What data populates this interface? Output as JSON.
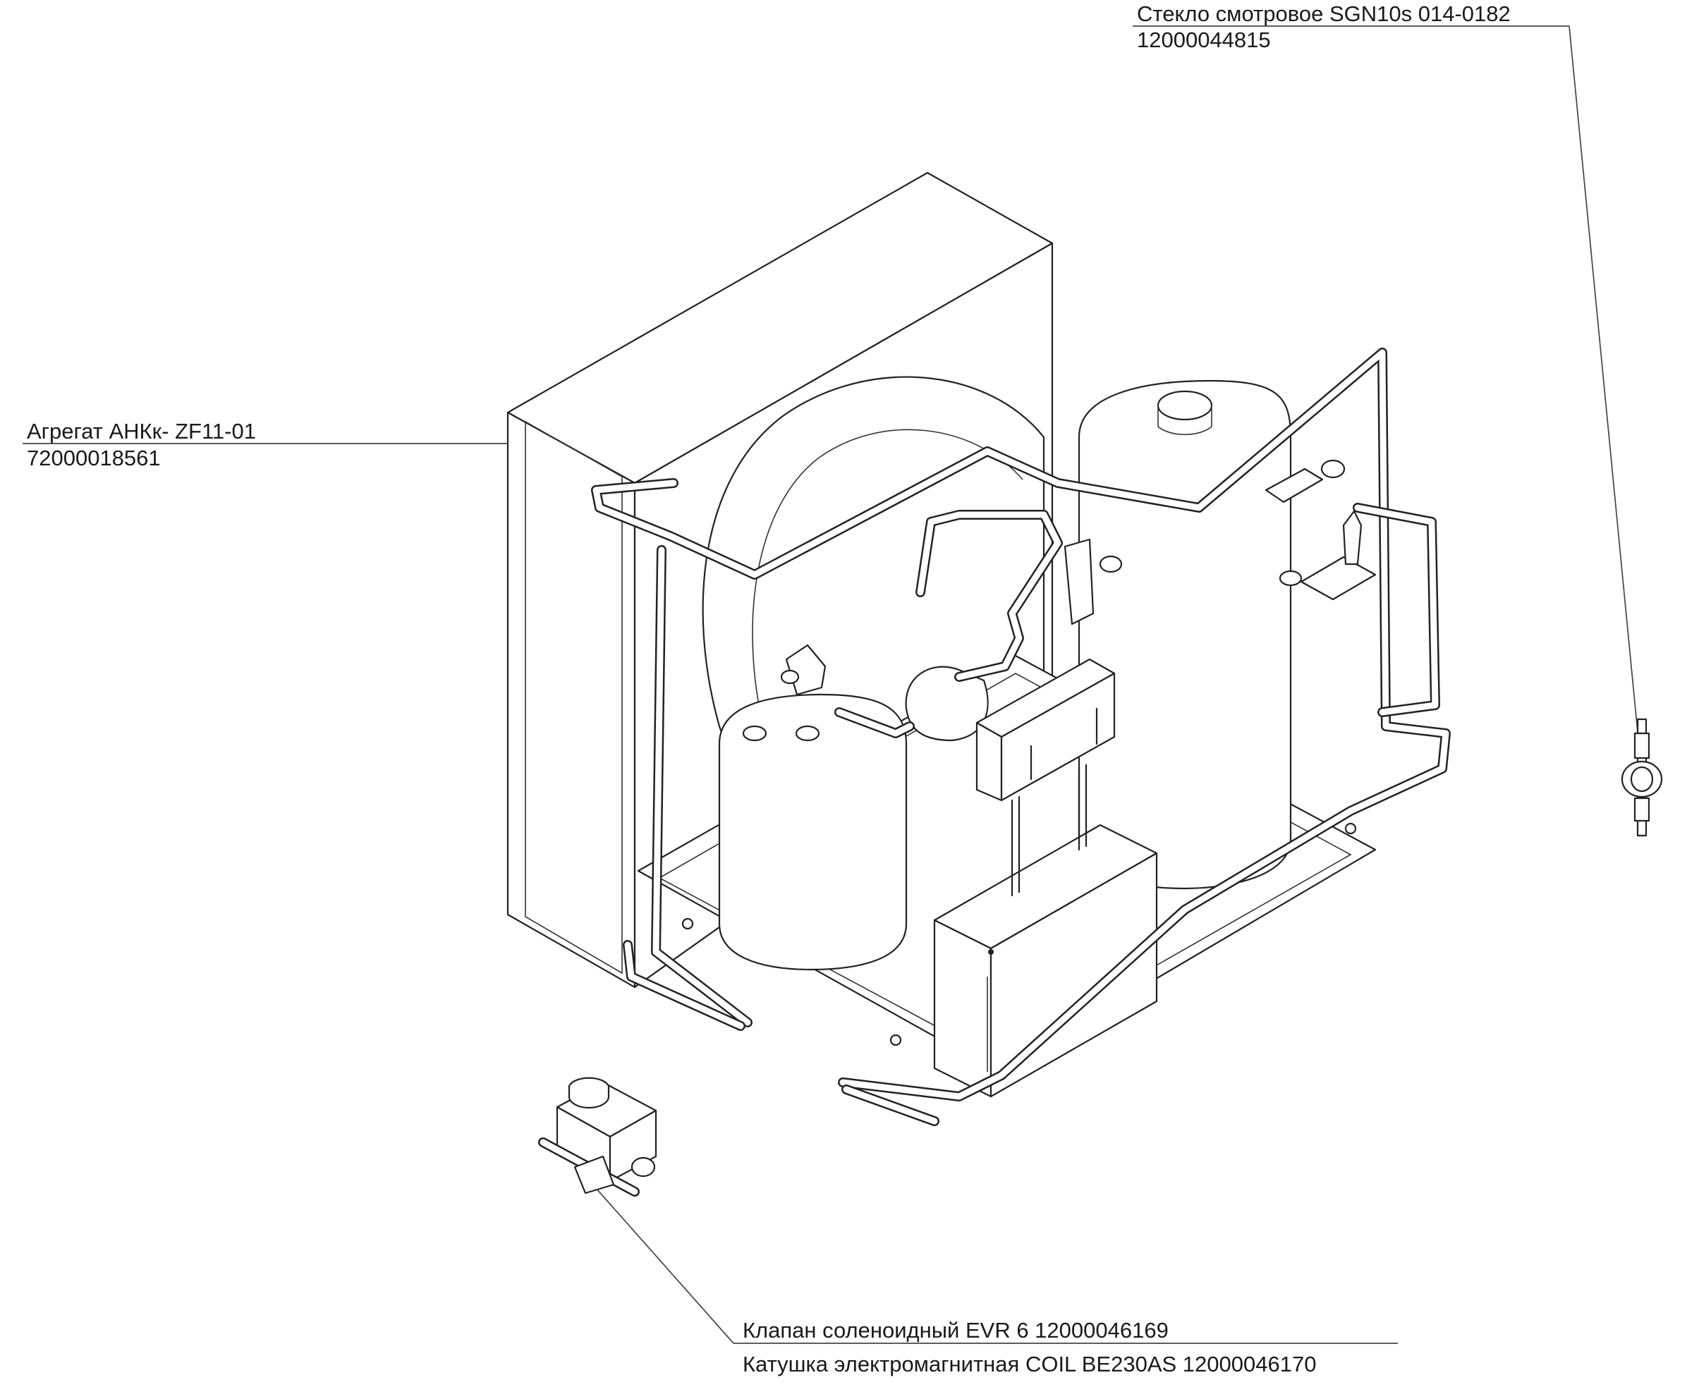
{
  "callouts": {
    "sight_glass": {
      "name": "Стекло смотровое SGN10s 014-0182",
      "code": "12000044815"
    },
    "unit": {
      "name": "Агрегат АНКк- ZF11-01",
      "code": "72000018561"
    },
    "valve": {
      "name": "Клапан соленоидный EVR 6 12000046169",
      "coil": "Катушка электромагнитная COIL BE230AS 12000046170"
    }
  },
  "parts": {
    "condensing_unit": "condensing-unit-drawing",
    "sight_glass": "sight-glass-drawing",
    "solenoid_valve": "solenoid-valve-drawing"
  },
  "colors": {
    "line": "#222222",
    "background": "#ffffff"
  }
}
